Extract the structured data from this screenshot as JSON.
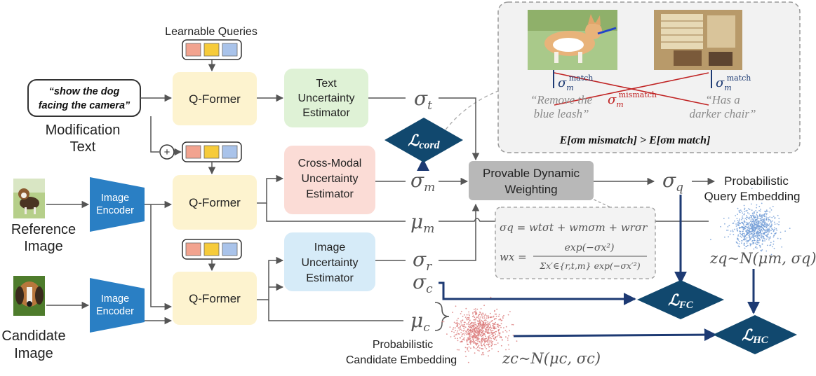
{
  "modification": {
    "query_line1": "“show the dog",
    "query_line2": "facing the camera”",
    "caption_line1": "Modification",
    "caption_line2": "Text"
  },
  "learnable_queries": "Learnable Queries",
  "qformer_label": "Q-Former",
  "image_encoder_line1": "Image",
  "image_encoder_line2": "Encoder",
  "reference": {
    "line1": "Reference",
    "line2": "Image"
  },
  "candidate": {
    "line1": "Candidate",
    "line2": "Image"
  },
  "estimators": {
    "text": [
      "Text",
      "Uncertainty",
      "Estimator"
    ],
    "cross": [
      "Cross-Modal",
      "Uncertainty",
      "Estimator"
    ],
    "image": [
      "Image",
      "Uncertainty",
      "Estimator"
    ]
  },
  "symbols": {
    "sigma_t": "σ",
    "sub_t": "t",
    "sigma_m": "σ",
    "sub_m": "m",
    "mu_m": "μ",
    "mu_sub_m": "m",
    "sigma_r": "σ",
    "sub_r": "r",
    "sigma_c": "σ",
    "sub_c": "c",
    "mu_c": "μ",
    "mu_sub_c": "c",
    "sigma_q": "σ",
    "sub_q": "q"
  },
  "losses": {
    "cord_main": "ℒ",
    "cord_sub": "cord",
    "fc_main": "ℒ",
    "fc_sub": "FC",
    "hc_main": "ℒ",
    "hc_sub": "HC"
  },
  "pdw": {
    "line1": "Provable Dynamic",
    "line2": "Weighting"
  },
  "formula": {
    "line1": "σq = wtσt + wmσm + wrσr",
    "w_lhs": "wx =",
    "numerator": "exp(−σx²)",
    "denominator": "Σx′∈{r,t,m} exp(−σx′²)"
  },
  "prob_query": {
    "line1": "Probabilistic",
    "line2": "Query Embedding"
  },
  "prob_candidate": {
    "line1": "Probabilistic",
    "line2": "Candidate Embedding"
  },
  "zq_expr": "zq∼N(μm, σq)",
  "zc_expr": "zc∼N(μc, σc)",
  "inset": {
    "remove_line1": "“Remove the",
    "remove_line2": "blue leash”",
    "darker_line1": "“Has a",
    "darker_line2": "darker chair”",
    "sigma_match": "σ",
    "sub_m": "m",
    "sup_match": "match",
    "sup_mismatch": "mismatch",
    "inequality": "E[σm mismatch] > E[σm match]"
  },
  "colors": {
    "qformer": "#fdf3cf",
    "text_est": "#dff2d6",
    "cross_est": "#fbdcd6",
    "image_est": "#d6ebf8",
    "encoder": "#2a7fc4",
    "loss": "#11486e",
    "pdw": "#b8b8b8",
    "navy": "#1d3a73",
    "red": "#c02323"
  }
}
